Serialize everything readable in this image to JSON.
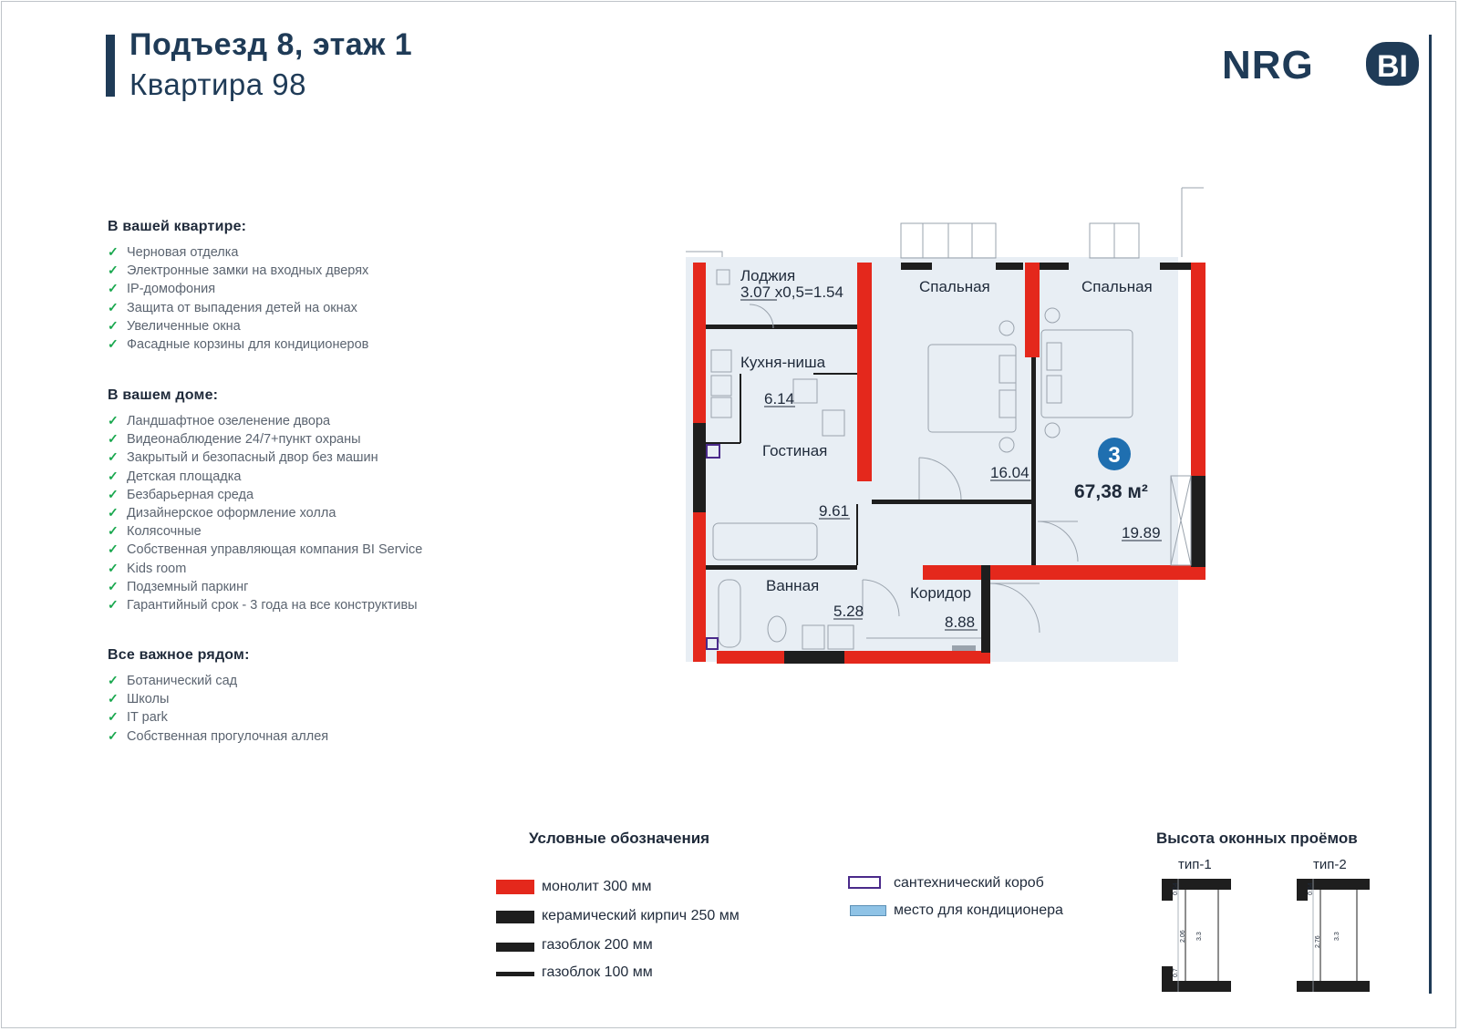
{
  "header": {
    "title_line1": "Подъезд 8, этаж 1",
    "title_line2": "Квартира 98"
  },
  "logo": {
    "left": "NRG",
    "right": "BI"
  },
  "colors": {
    "brand_navy": "#1f3b57",
    "check_green": "#1aa84f",
    "monolith_red": "#e4281c",
    "wall_black": "#1e1e1e",
    "room_fill": "#e8eef4",
    "duct_purple": "#4a2a8a",
    "ac_blue": "#8fc3e6"
  },
  "features": {
    "apartment": {
      "heading": "В вашей квартире:",
      "items": [
        "Черновая отделка",
        "Электронные замки на входных дверях",
        "IP-домофония",
        "Защита от выпадения детей на окнах",
        "Увеличенные окна",
        "Фасадные корзины для кондиционеров"
      ]
    },
    "building": {
      "heading": "В вашем доме:",
      "items": [
        "Ландшафтное озеленение двора",
        "Видеонаблюдение 24/7+пункт охраны",
        "Закрытый и безопасный двор без машин",
        "Детская площадка",
        "Безбарьерная среда",
        "Дизайнерское оформление холла",
        "Колясочные",
        "Собственная управляющая компания BI Service",
        "Kids room",
        "Подземный паркинг",
        "Гарантийный срок - 3 года на все конструктивы"
      ]
    },
    "nearby": {
      "heading": "Все важное рядом:",
      "items": [
        "Ботанический сад",
        "Школы",
        "IT park",
        "Собственная прогулочная аллея"
      ]
    }
  },
  "plan": {
    "rooms_count": "3",
    "total_area": "67,38 м²",
    "rooms": [
      {
        "name": "Лоджия",
        "area": "3.07 x0,5=1.54"
      },
      {
        "name": "Кухня-ниша",
        "area": "6.14"
      },
      {
        "name": "Гостиная",
        "area": "9.61"
      },
      {
        "name": "Спальная",
        "area": "16.04"
      },
      {
        "name": "Спальная",
        "area": "19.89"
      },
      {
        "name": "Ванная",
        "area": "5.28"
      },
      {
        "name": "Коридор",
        "area": "8.88"
      }
    ]
  },
  "legend": {
    "title": "Условные обозначения",
    "items": [
      "монолит 300 мм",
      "керамический кирпич 250 мм",
      "газоблок 200 мм",
      "газоблок 100 мм",
      "сантехнический короб",
      "место для кондиционера"
    ]
  },
  "windows": {
    "title": "Высота оконных проёмов",
    "types": [
      {
        "label": "тип-1",
        "dims": [
          "0.54",
          "2.06",
          "0.7",
          "3.3"
        ]
      },
      {
        "label": "тип-2",
        "dims": [
          "0.54",
          "2.76",
          "3.3"
        ]
      }
    ]
  }
}
